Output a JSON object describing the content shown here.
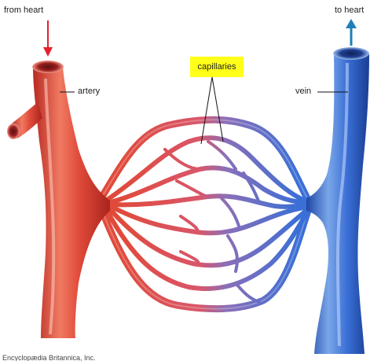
{
  "labels": {
    "from_heart": "from heart",
    "to_heart": "to heart",
    "artery": "artery",
    "vein": "vein",
    "capillaries": "capillaries",
    "credit": "Encyclopædia Britannica, Inc."
  },
  "colors": {
    "artery_light": "#f07a62",
    "artery_mid": "#e04a3a",
    "artery_dark": "#b82a22",
    "vein_light": "#7aa6e8",
    "vein_mid": "#3a6fd6",
    "vein_dark": "#1f47a6",
    "from_heart_arrow": "#e5202c",
    "to_heart_arrow": "#1e7fb8",
    "highlight_box": "#ffff1a"
  },
  "icons": {
    "inflow_arrow": "arrow-down",
    "outflow_arrow": "arrow-up"
  }
}
